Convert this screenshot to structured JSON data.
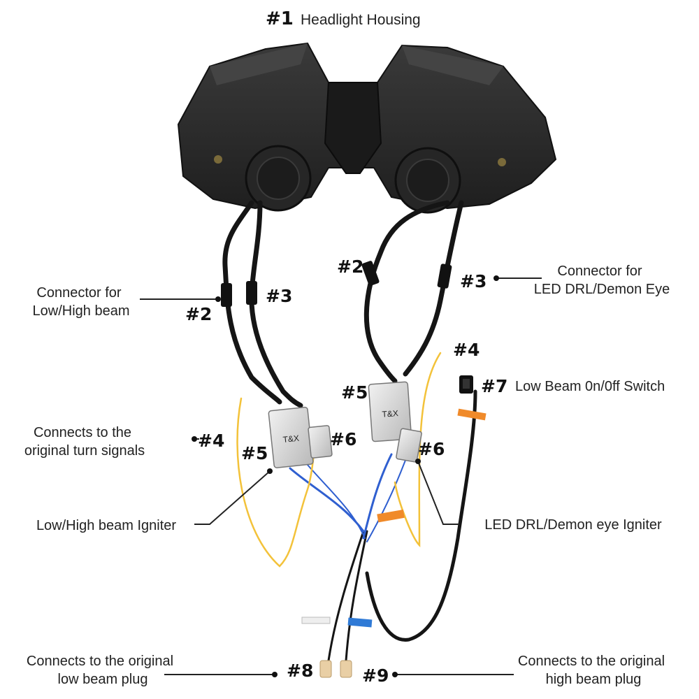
{
  "title": {
    "number": "#1",
    "text": "Headlight Housing"
  },
  "numbers": {
    "n2_left": "#2",
    "n3_left": "#3",
    "n2_right": "#2",
    "n3_right": "#3",
    "n4_left": "#4",
    "n4_right": "#4",
    "n5_left": "#5",
    "n5_right": "#5",
    "n6_left": "#6",
    "n6_right": "#6",
    "n7": "#7",
    "n8": "#8",
    "n9": "#9"
  },
  "labels": {
    "lowhigh_connector_line1": "Connector for",
    "lowhigh_connector_line2": "Low/High beam",
    "drl_connector_line1": "Connector for",
    "drl_connector_line2": "LED DRL/Demon Eye",
    "switch": "Low Beam 0n/0ff Switch",
    "turn_line1": "Connects to the",
    "turn_line2": "original turn signals",
    "lowhigh_igniter": "Low/High beam Igniter",
    "drl_igniter": "LED DRL/Demon eye Igniter",
    "lowplug_line1": "Connects to the original",
    "lowplug_line2": "low beam plug",
    "highplug_line1": "Connects to the original",
    "highplug_line2": "high beam plug"
  },
  "ballast_brand": "T&X",
  "colors": {
    "housing": "#2b2b2b",
    "cable": "#151515",
    "ballast": "#dcdcdc",
    "yellow_wire": "#f3c23a",
    "orange_tag": "#f08a2a",
    "blue_tag": "#2f7ad6"
  }
}
